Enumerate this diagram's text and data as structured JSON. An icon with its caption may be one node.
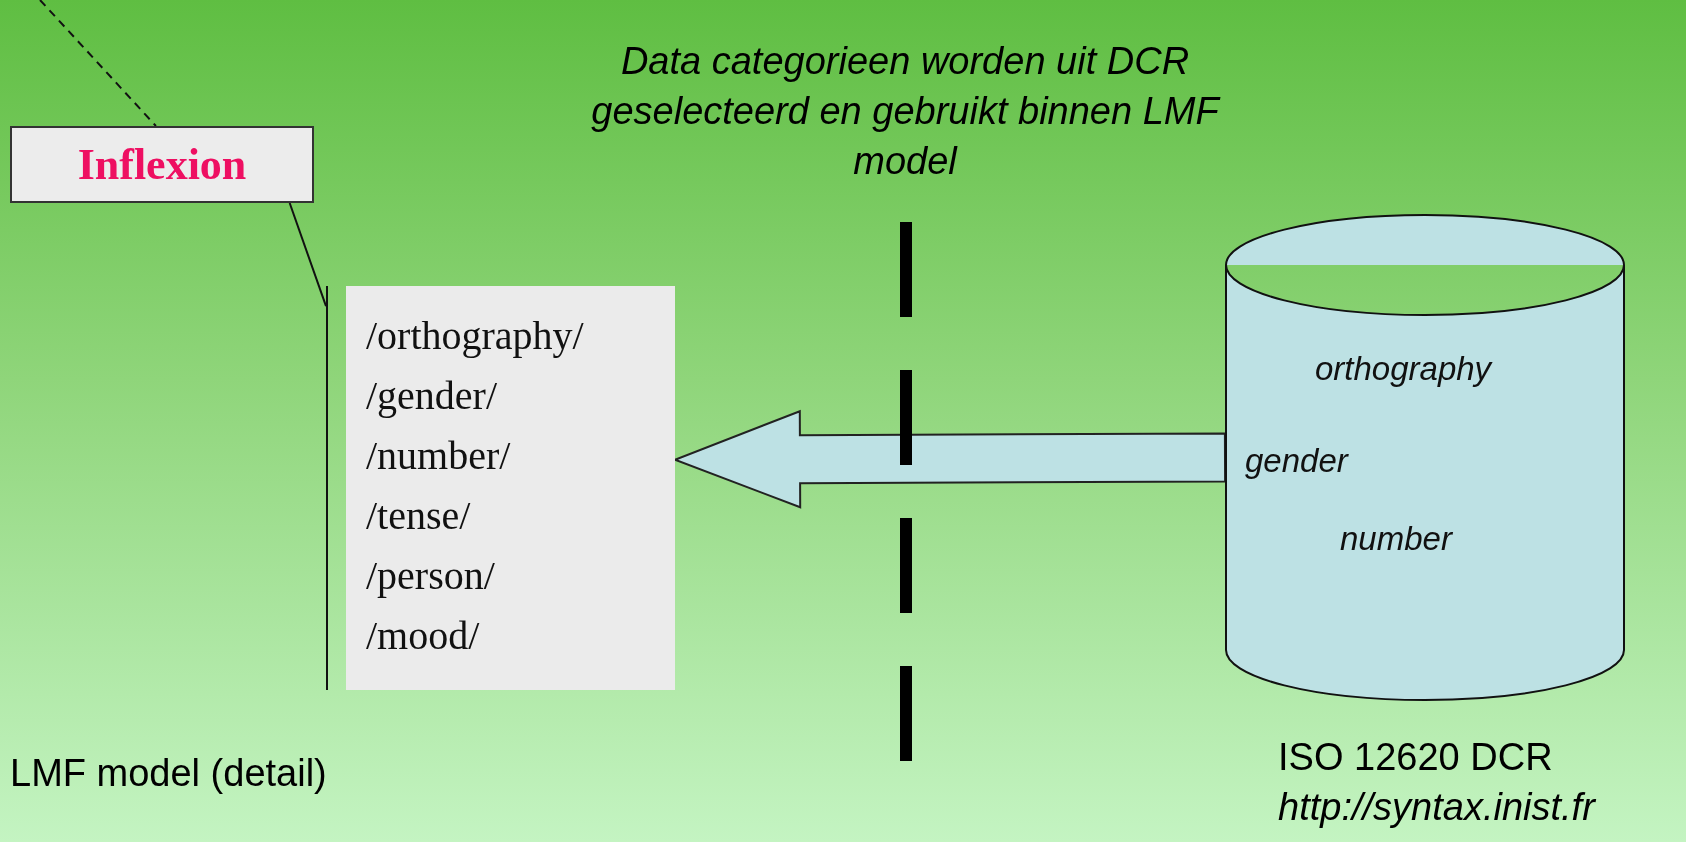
{
  "diagram": {
    "nodes": [
      {
        "text": [
          "Inflexion"
        ]
      },
      {
        "text": [
          "/orthography/",
          "/gender/",
          "/number/",
          "/tense/",
          "/person/",
          "/mood/"
        ]
      },
      {
        "text": [
          "orthography",
          "gender",
          "number"
        ],
        "beside": [
          "ISO 12620 DCR",
          "http://syntax.inist.fr"
        ]
      }
    ],
    "edges": [
      {
        "from": null,
        "to": 0,
        "arrow": "none",
        "style": "dashed"
      },
      {
        "from": 0,
        "to": 1,
        "arrow": "none"
      },
      {
        "from": 2,
        "to": 1,
        "arrow": "to"
      }
    ],
    "labels": [
      "Data categorieen worden uit DCR geselecteerd en gebruikt binnen LMF model",
      "LMF model (detail)"
    ]
  }
}
